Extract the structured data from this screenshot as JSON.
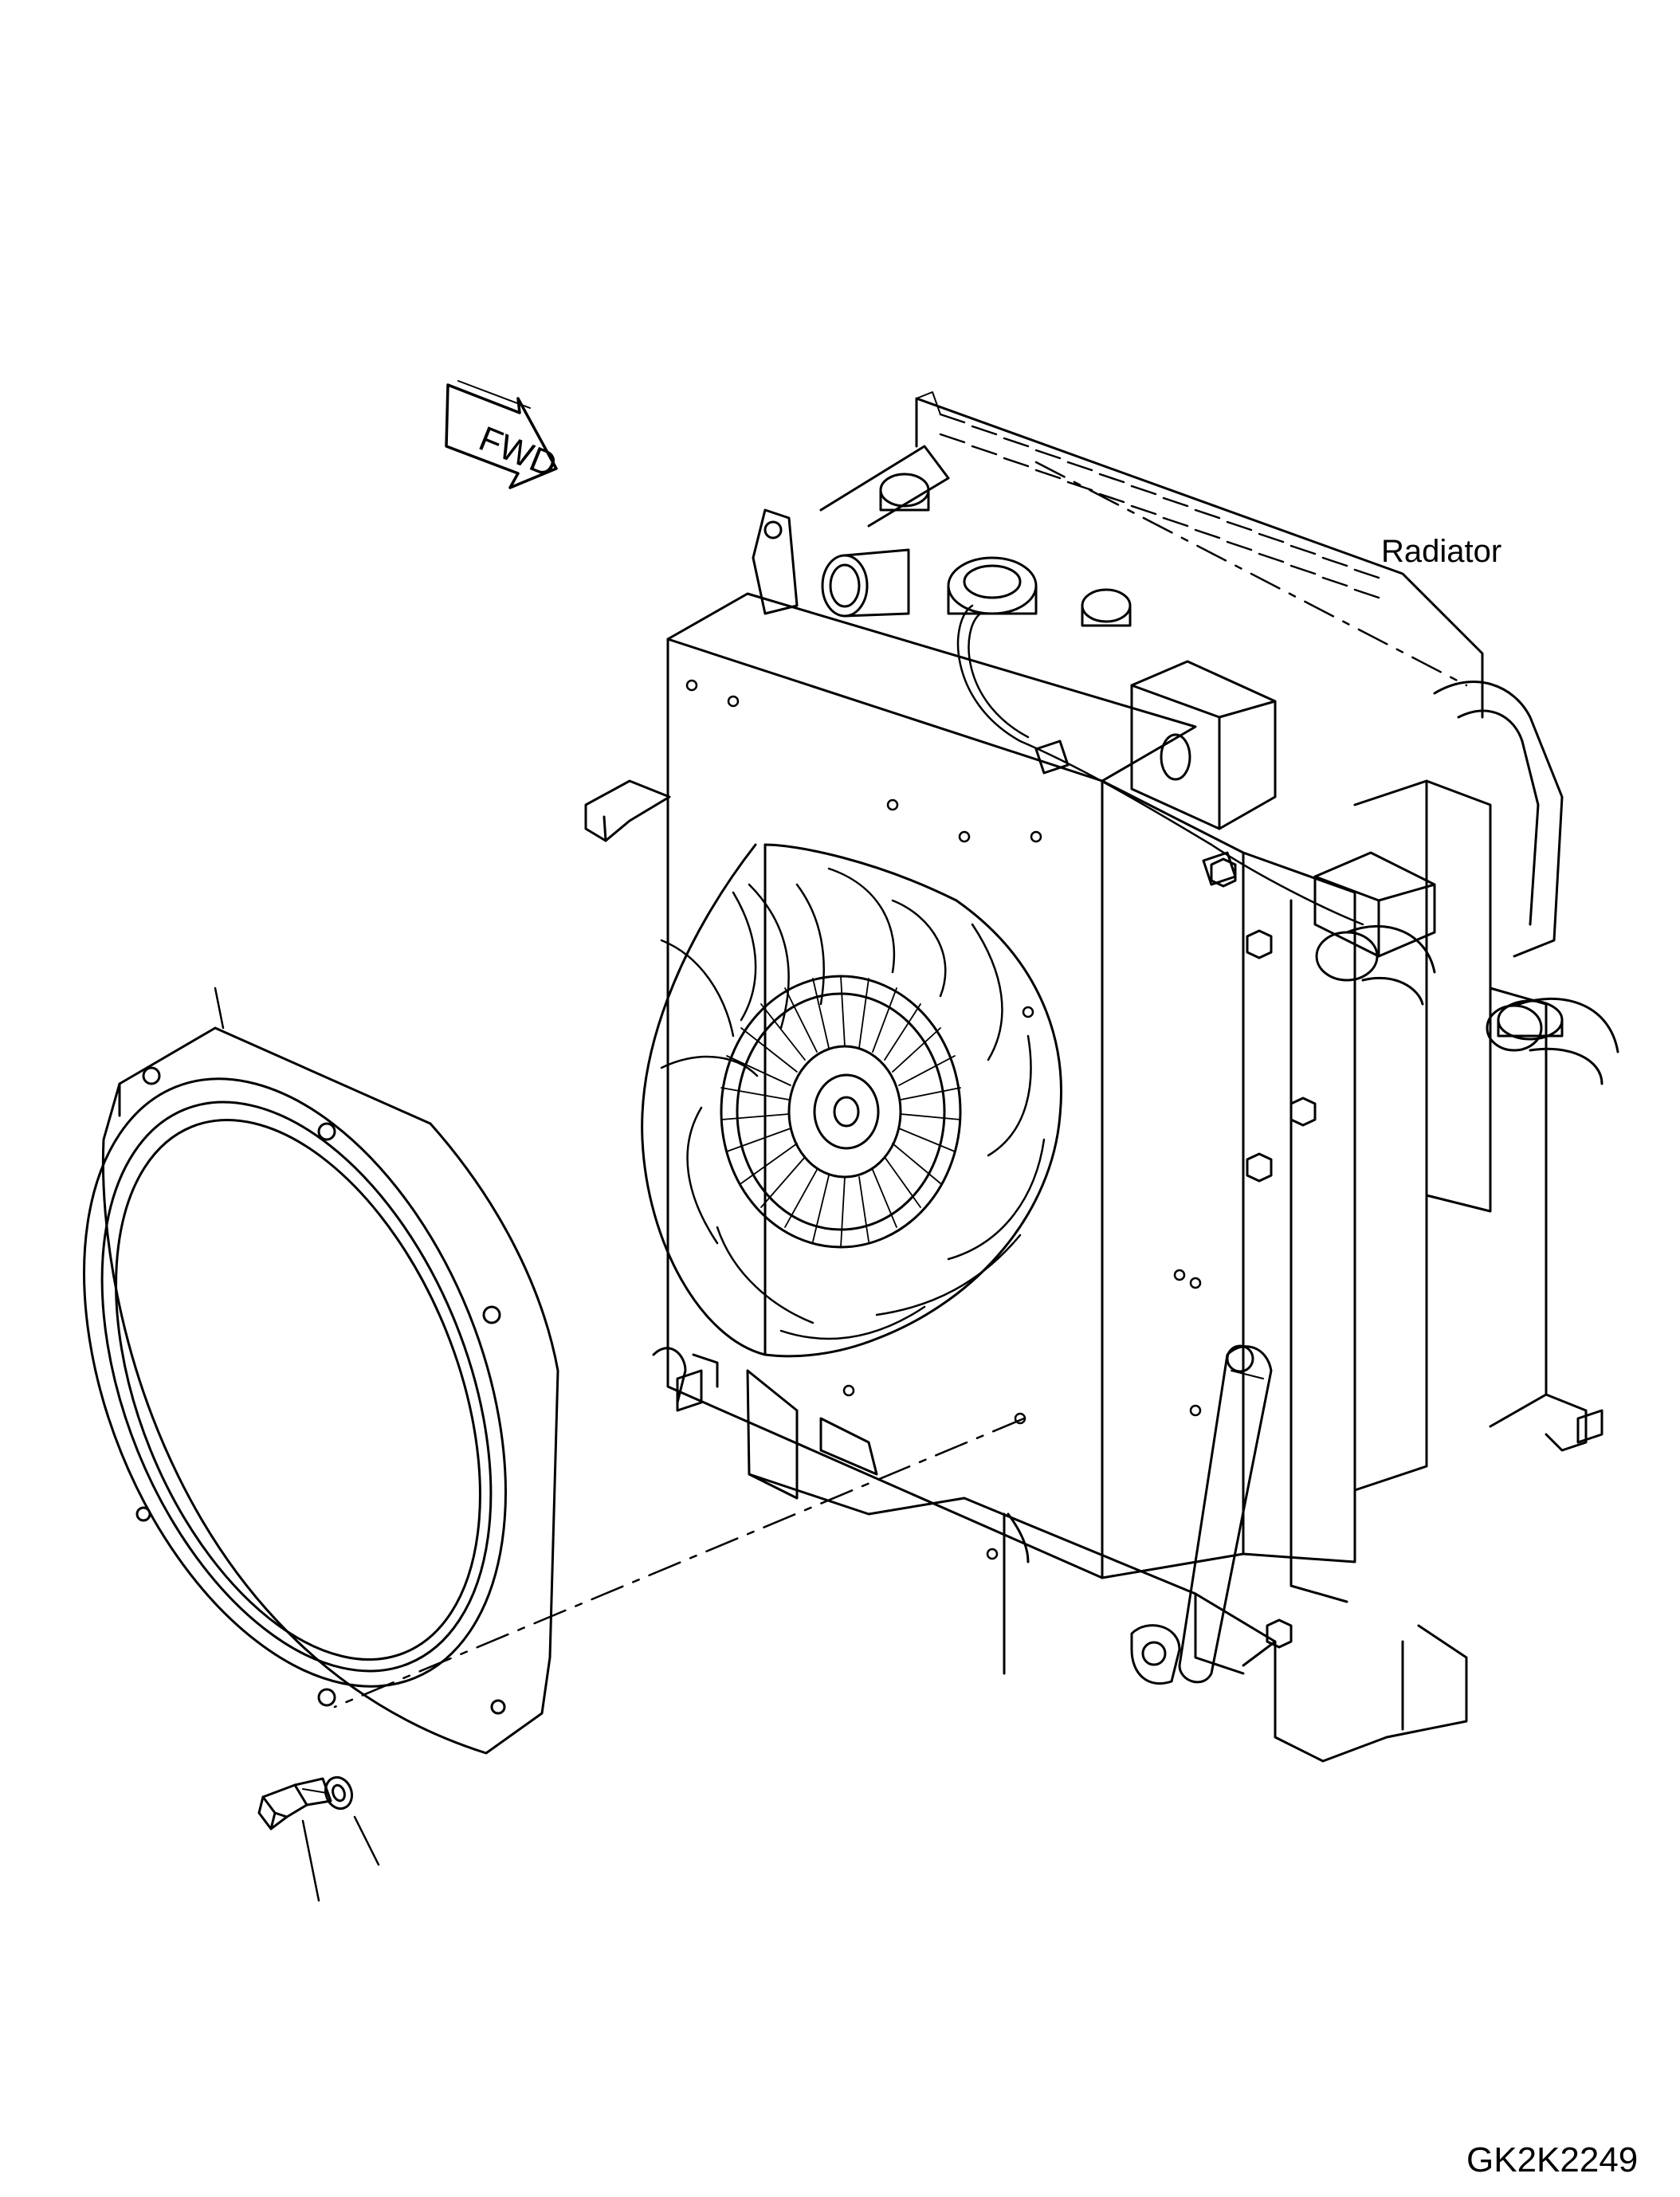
{
  "labels": {
    "radiator": "Radiator",
    "drawing_code": "GK2K2249",
    "fwd_arrow": "FWD"
  },
  "colors": {
    "line": "#000000",
    "background": "#ffffff"
  }
}
